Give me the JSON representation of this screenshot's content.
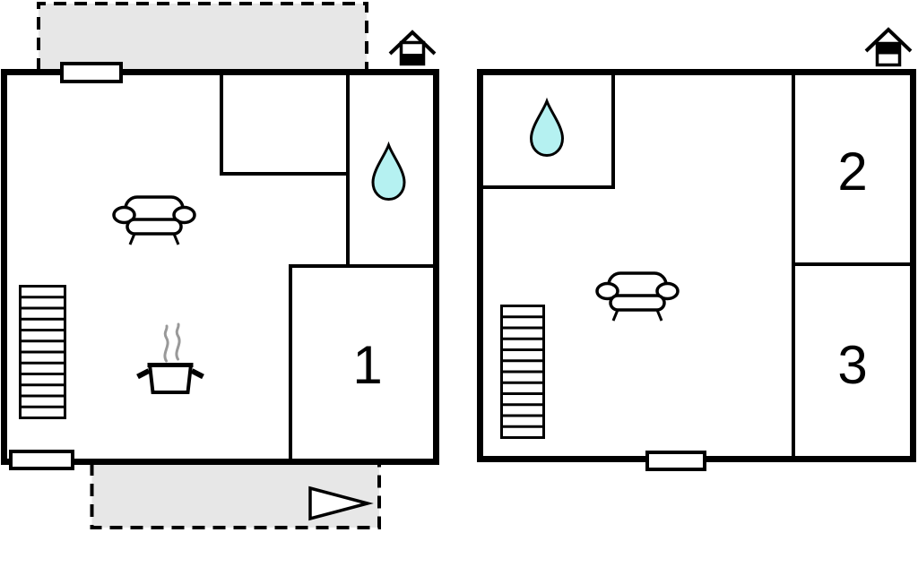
{
  "diagram": {
    "floors": {
      "ground": {
        "rooms": [
          {
            "label": "1"
          }
        ]
      },
      "upper": {
        "rooms": [
          {
            "label": "2"
          },
          {
            "label": "3"
          }
        ]
      }
    }
  },
  "colors": {
    "walls": "#000000",
    "outdoor_area_fill": "#e7e7e7",
    "water_drop_fill": "#b5f1f1",
    "steam_stroke": "#999999"
  },
  "icons": {
    "ground_floor_indicator": "house-lower-half-filled",
    "upper_floor_indicator": "house-upper-half-filled",
    "bathroom": "water-drop",
    "kitchen": "cooking-pot-with-steam",
    "living_area": "sofa",
    "stairs": "staircase",
    "entrance_arrow": "triangle-arrow",
    "door_swing": "dashed-semicircle"
  }
}
